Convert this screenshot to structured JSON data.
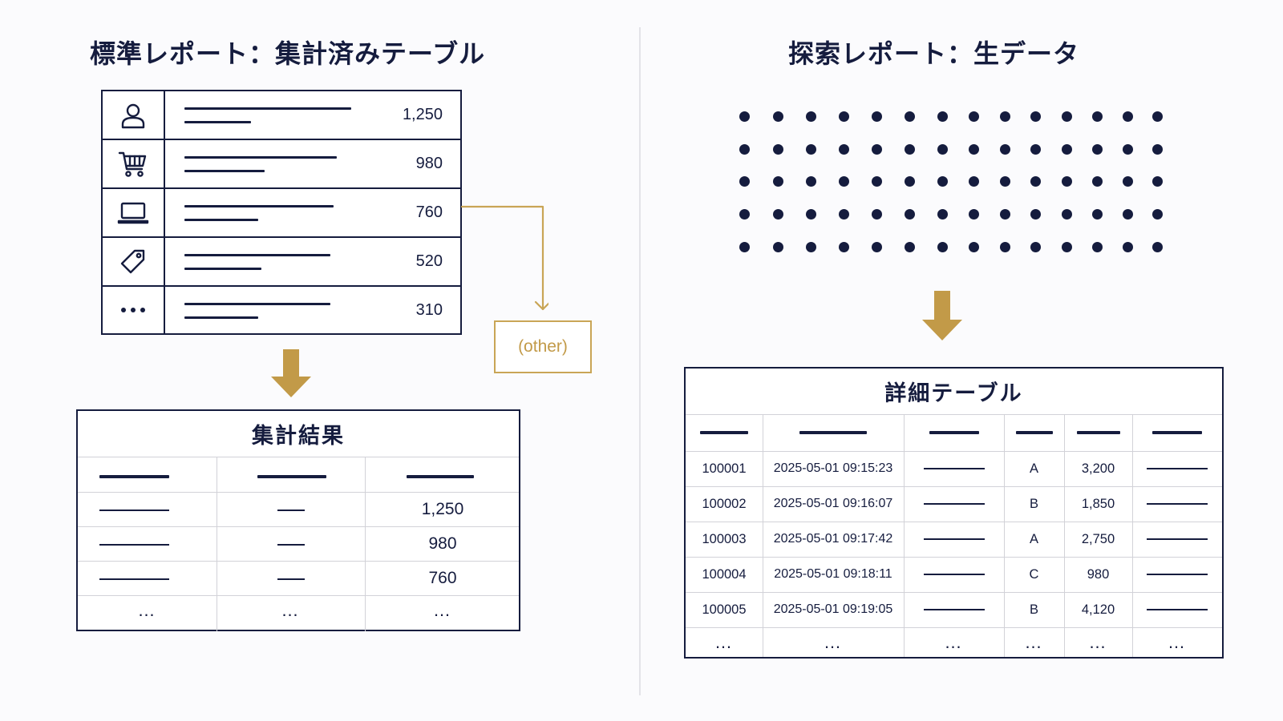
{
  "left": {
    "title": "標準レポート：集計済みテーブル",
    "summary_rows": [
      {
        "icon": "user-icon",
        "value": "1,250"
      },
      {
        "icon": "shopping-cart-icon",
        "value": "980"
      },
      {
        "icon": "laptop-icon",
        "value": "760"
      },
      {
        "icon": "price-tag-icon",
        "value": "520"
      },
      {
        "icon": "more-dots-icon",
        "value": "310"
      }
    ],
    "other_label": "(other)",
    "result_table": {
      "title": "集計結果",
      "rows": [
        {
          "value": "1,250"
        },
        {
          "value": "980"
        },
        {
          "value": "760"
        }
      ],
      "ellipsis": "…"
    }
  },
  "right": {
    "title": "探索レポート：生データ",
    "detail_table": {
      "title": "詳細テーブル",
      "rows": [
        {
          "id": "100001",
          "timestamp": "2025-05-01 09:15:23",
          "category": "A",
          "amount": "3,200"
        },
        {
          "id": "100002",
          "timestamp": "2025-05-01 09:16:07",
          "category": "B",
          "amount": "1,850"
        },
        {
          "id": "100003",
          "timestamp": "2025-05-01 09:17:42",
          "category": "A",
          "amount": "2,750"
        },
        {
          "id": "100004",
          "timestamp": "2025-05-01 09:18:11",
          "category": "C",
          "amount": "980"
        },
        {
          "id": "100005",
          "timestamp": "2025-05-01 09:19:05",
          "category": "B",
          "amount": "4,120"
        }
      ],
      "ellipsis": "…"
    }
  },
  "colors": {
    "navy": "#151c3e",
    "gold": "#c29a48",
    "grid": "#d2d2d8",
    "background": "#fbfbfd"
  }
}
